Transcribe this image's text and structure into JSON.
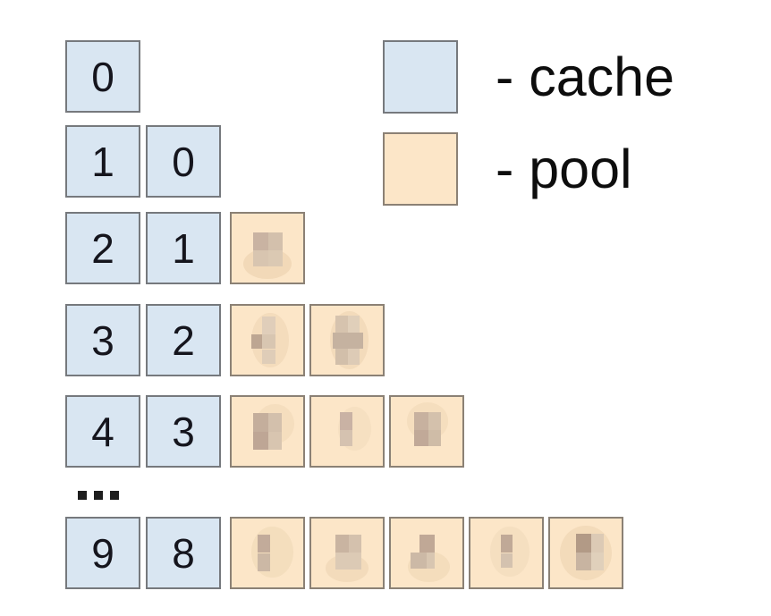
{
  "legend": {
    "items": [
      {
        "key": "cache",
        "label": "- cache",
        "swatch_color": "#d9e6f2",
        "swatch_border": "#76797d"
      },
      {
        "key": "pool",
        "label": "- pool",
        "swatch_color": "#fce6c8",
        "swatch_border": "#8b8175"
      }
    ]
  },
  "ellipsis": "...",
  "colors": {
    "cache_fill": "#d9e6f2",
    "cache_border": "#76797d",
    "pool_fill": "#fce6c8",
    "pool_border": "#8b8175",
    "digit": "#15151d",
    "text": "#0d0d0d",
    "ellipsis_dot": "#1e1e1e"
  },
  "rows": [
    {
      "cache": [
        "0"
      ],
      "pools": []
    },
    {
      "cache": [
        "1",
        "0"
      ],
      "pools": []
    },
    {
      "cache": [
        "2",
        "1"
      ],
      "pools": [
        {
          "halo": {
            "l": 16,
            "t": 50,
            "w": 68,
            "h": 45,
            "c": "rgba(223,193,156,0.35)"
          },
          "cells": [
            {
              "l": 30,
              "t": 27,
              "w": 21,
              "h": 26,
              "c": "#c9b3a2"
            },
            {
              "l": 51,
              "t": 27,
              "w": 20,
              "h": 26,
              "c": "#d3c0ac"
            },
            {
              "l": 30,
              "t": 53,
              "w": 21,
              "h": 24,
              "c": "#d8c5b0"
            },
            {
              "l": 51,
              "t": 53,
              "w": 20,
              "h": 24,
              "c": "#dbc9b3"
            }
          ]
        }
      ]
    },
    {
      "cache": [
        "3",
        "2"
      ],
      "pools": [
        {
          "halo": {
            "l": 28,
            "t": 10,
            "w": 52,
            "h": 80,
            "c": "rgba(228,201,165,0.35)"
          },
          "cells": [
            {
              "l": 42,
              "t": 16,
              "w": 19,
              "h": 26,
              "c": "#e0ceba"
            },
            {
              "l": 28,
              "t": 42,
              "w": 20,
              "h": 21,
              "c": "#bda692"
            },
            {
              "l": 42,
              "t": 42,
              "w": 19,
              "h": 21,
              "c": "#d8c6b1"
            },
            {
              "l": 42,
              "t": 63,
              "w": 19,
              "h": 22,
              "c": "#dfcdb8"
            }
          ]
        },
        {
          "halo": {
            "l": 26,
            "t": 8,
            "w": 54,
            "h": 84,
            "c": "rgba(226,198,162,0.35)"
          },
          "cells": [
            {
              "l": 34,
              "t": 14,
              "w": 17,
              "h": 25,
              "c": "#d6c3ae"
            },
            {
              "l": 51,
              "t": 14,
              "w": 16,
              "h": 25,
              "c": "#e0cfba"
            },
            {
              "l": 30,
              "t": 39,
              "w": 42,
              "h": 23,
              "c": "#c5b2a0"
            },
            {
              "l": 34,
              "t": 62,
              "w": 17,
              "h": 24,
              "c": "#d2bfaa"
            },
            {
              "l": 51,
              "t": 62,
              "w": 16,
              "h": 24,
              "c": "#ddcbb6"
            }
          ]
        }
      ]
    },
    {
      "cache": [
        "4",
        "3"
      ],
      "pools": [
        {
          "halo": {
            "l": 34,
            "t": 10,
            "w": 54,
            "h": 58,
            "c": "rgba(231,206,172,0.35)"
          },
          "cells": [
            {
              "l": 30,
              "t": 24,
              "w": 21,
              "h": 27,
              "c": "#c4ae9c"
            },
            {
              "l": 51,
              "t": 24,
              "w": 19,
              "h": 27,
              "c": "#d3c0ac"
            },
            {
              "l": 30,
              "t": 51,
              "w": 21,
              "h": 25,
              "c": "#bea695"
            },
            {
              "l": 51,
              "t": 51,
              "w": 19,
              "h": 25,
              "c": "#d8c5b0"
            }
          ]
        },
        {
          "halo": {
            "l": 38,
            "t": 14,
            "w": 46,
            "h": 64,
            "c": "rgba(234,211,180,0.35)"
          },
          "cells": [
            {
              "l": 40,
              "t": 22,
              "w": 18,
              "h": 26,
              "c": "#c9b2a4"
            },
            {
              "l": 40,
              "t": 48,
              "w": 18,
              "h": 24,
              "c": "#d5c2b0"
            }
          ]
        },
        {
          "halo": {
            "l": 22,
            "t": 8,
            "w": 58,
            "h": 54,
            "c": "rgba(231,207,173,0.35)"
          },
          "cells": [
            {
              "l": 32,
              "t": 22,
              "w": 20,
              "h": 26,
              "c": "#c7b19f"
            },
            {
              "l": 52,
              "t": 22,
              "w": 18,
              "h": 26,
              "c": "#d4c1ac"
            },
            {
              "l": 32,
              "t": 48,
              "w": 20,
              "h": 24,
              "c": "#c1a998"
            },
            {
              "l": 52,
              "t": 48,
              "w": 18,
              "h": 24,
              "c": "#cfbca7"
            }
          ]
        }
      ]
    },
    {
      "cache": [
        "9",
        "8"
      ],
      "pools": [
        {
          "halo": {
            "l": 28,
            "t": 12,
            "w": 58,
            "h": 74,
            "c": "rgba(230,205,170,0.35)"
          },
          "cells": [
            {
              "l": 36,
              "t": 24,
              "w": 18,
              "h": 26,
              "c": "#c2ab9a"
            },
            {
              "l": 36,
              "t": 50,
              "w": 18,
              "h": 26,
              "c": "#ccb8a5"
            }
          ]
        },
        {
          "halo": {
            "l": 20,
            "t": 52,
            "w": 60,
            "h": 40,
            "c": "rgba(226,199,162,0.35)"
          },
          "cells": [
            {
              "l": 34,
              "t": 24,
              "w": 19,
              "h": 25,
              "c": "#c9b4a1"
            },
            {
              "l": 53,
              "t": 24,
              "w": 17,
              "h": 25,
              "c": "#d4c1ad"
            },
            {
              "l": 34,
              "t": 49,
              "w": 36,
              "h": 25,
              "c": "#dccab5"
            }
          ]
        },
        {
          "halo": {
            "l": 24,
            "t": 48,
            "w": 58,
            "h": 44,
            "c": "rgba(228,202,166,0.35)"
          },
          "cells": [
            {
              "l": 40,
              "t": 23,
              "w": 21,
              "h": 26,
              "c": "#c0a896"
            },
            {
              "l": 28,
              "t": 49,
              "w": 22,
              "h": 24,
              "c": "#ccb9a6"
            },
            {
              "l": 50,
              "t": 49,
              "w": 11,
              "h": 24,
              "c": "#d8c6b1"
            }
          ]
        },
        {
          "halo": {
            "l": 28,
            "t": 12,
            "w": 54,
            "h": 72,
            "c": "rgba(233,209,177,0.35)"
          },
          "cells": [
            {
              "l": 42,
              "t": 24,
              "w": 17,
              "h": 26,
              "c": "#c0a997"
            },
            {
              "l": 42,
              "t": 50,
              "w": 17,
              "h": 22,
              "c": "#d4c2af"
            }
          ]
        },
        {
          "halo": {
            "l": 14,
            "t": 10,
            "w": 72,
            "h": 80,
            "c": "rgba(226,198,161,0.35)"
          },
          "cells": [
            {
              "l": 36,
              "t": 22,
              "w": 22,
              "h": 27,
              "c": "#b29a86"
            },
            {
              "l": 58,
              "t": 22,
              "w": 17,
              "h": 27,
              "c": "#dccab5"
            },
            {
              "l": 36,
              "t": 49,
              "w": 22,
              "h": 26,
              "c": "#c8b4a1"
            },
            {
              "l": 58,
              "t": 49,
              "w": 17,
              "h": 26,
              "c": "#e0d0bb"
            }
          ]
        }
      ]
    }
  ]
}
